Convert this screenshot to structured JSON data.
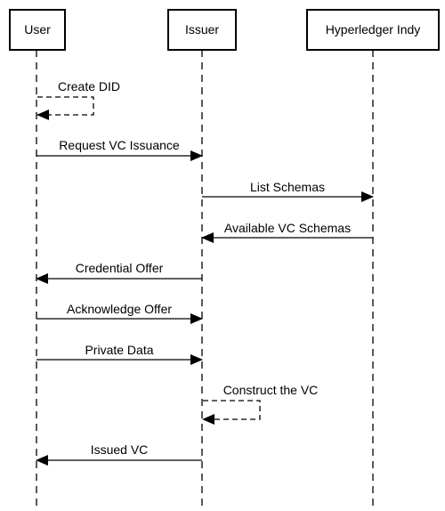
{
  "diagram": {
    "type": "sequence",
    "actors": [
      {
        "id": "user",
        "label": "User"
      },
      {
        "id": "issuer",
        "label": "Issuer"
      },
      {
        "id": "indy",
        "label": "Hyperledger Indy"
      }
    ],
    "messages": [
      {
        "from": "user",
        "to": "user",
        "label": "Create DID",
        "self": true
      },
      {
        "from": "user",
        "to": "issuer",
        "label": "Request VC Issuance"
      },
      {
        "from": "issuer",
        "to": "indy",
        "label": "List Schemas"
      },
      {
        "from": "indy",
        "to": "issuer",
        "label": "Available VC Schemas"
      },
      {
        "from": "issuer",
        "to": "user",
        "label": "Credential Offer"
      },
      {
        "from": "user",
        "to": "issuer",
        "label": "Acknowledge Offer"
      },
      {
        "from": "user",
        "to": "issuer",
        "label": "Private Data"
      },
      {
        "from": "issuer",
        "to": "issuer",
        "label": "Construct the VC",
        "self": true
      },
      {
        "from": "issuer",
        "to": "user",
        "label": "Issued VC"
      }
    ]
  }
}
